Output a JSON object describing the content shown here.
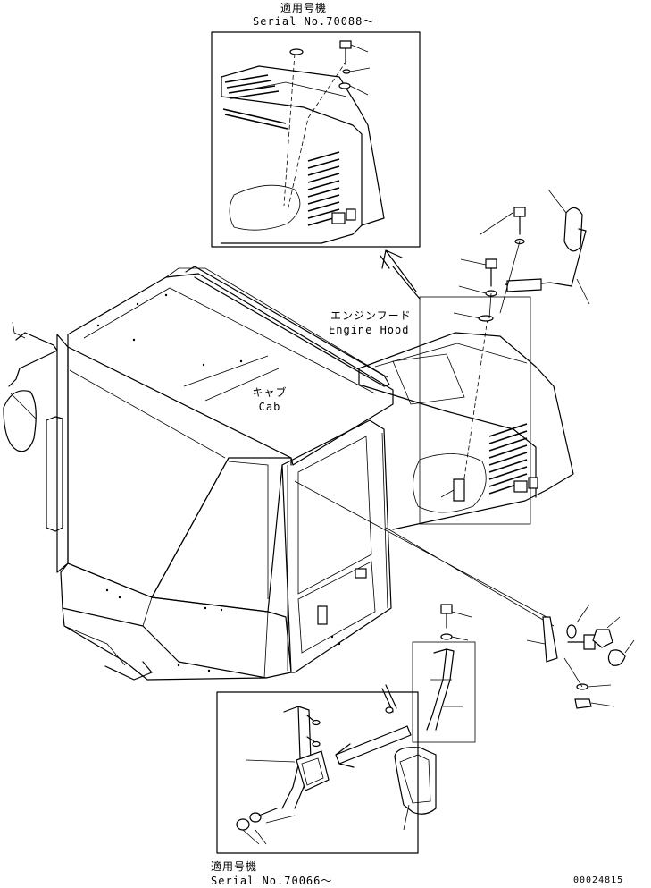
{
  "callouts": {
    "top_inset": {
      "ja": "適用号機",
      "serial": "Serial No.70088～"
    },
    "bottom_inset": {
      "ja": "適用号機",
      "serial": "Serial No.70066～"
    },
    "engine_hood": {
      "ja": "エンジンフード",
      "en": "Engine Hood"
    },
    "cab": {
      "ja": "キャブ",
      "en": "Cab"
    }
  },
  "drawing_number": "00024815"
}
